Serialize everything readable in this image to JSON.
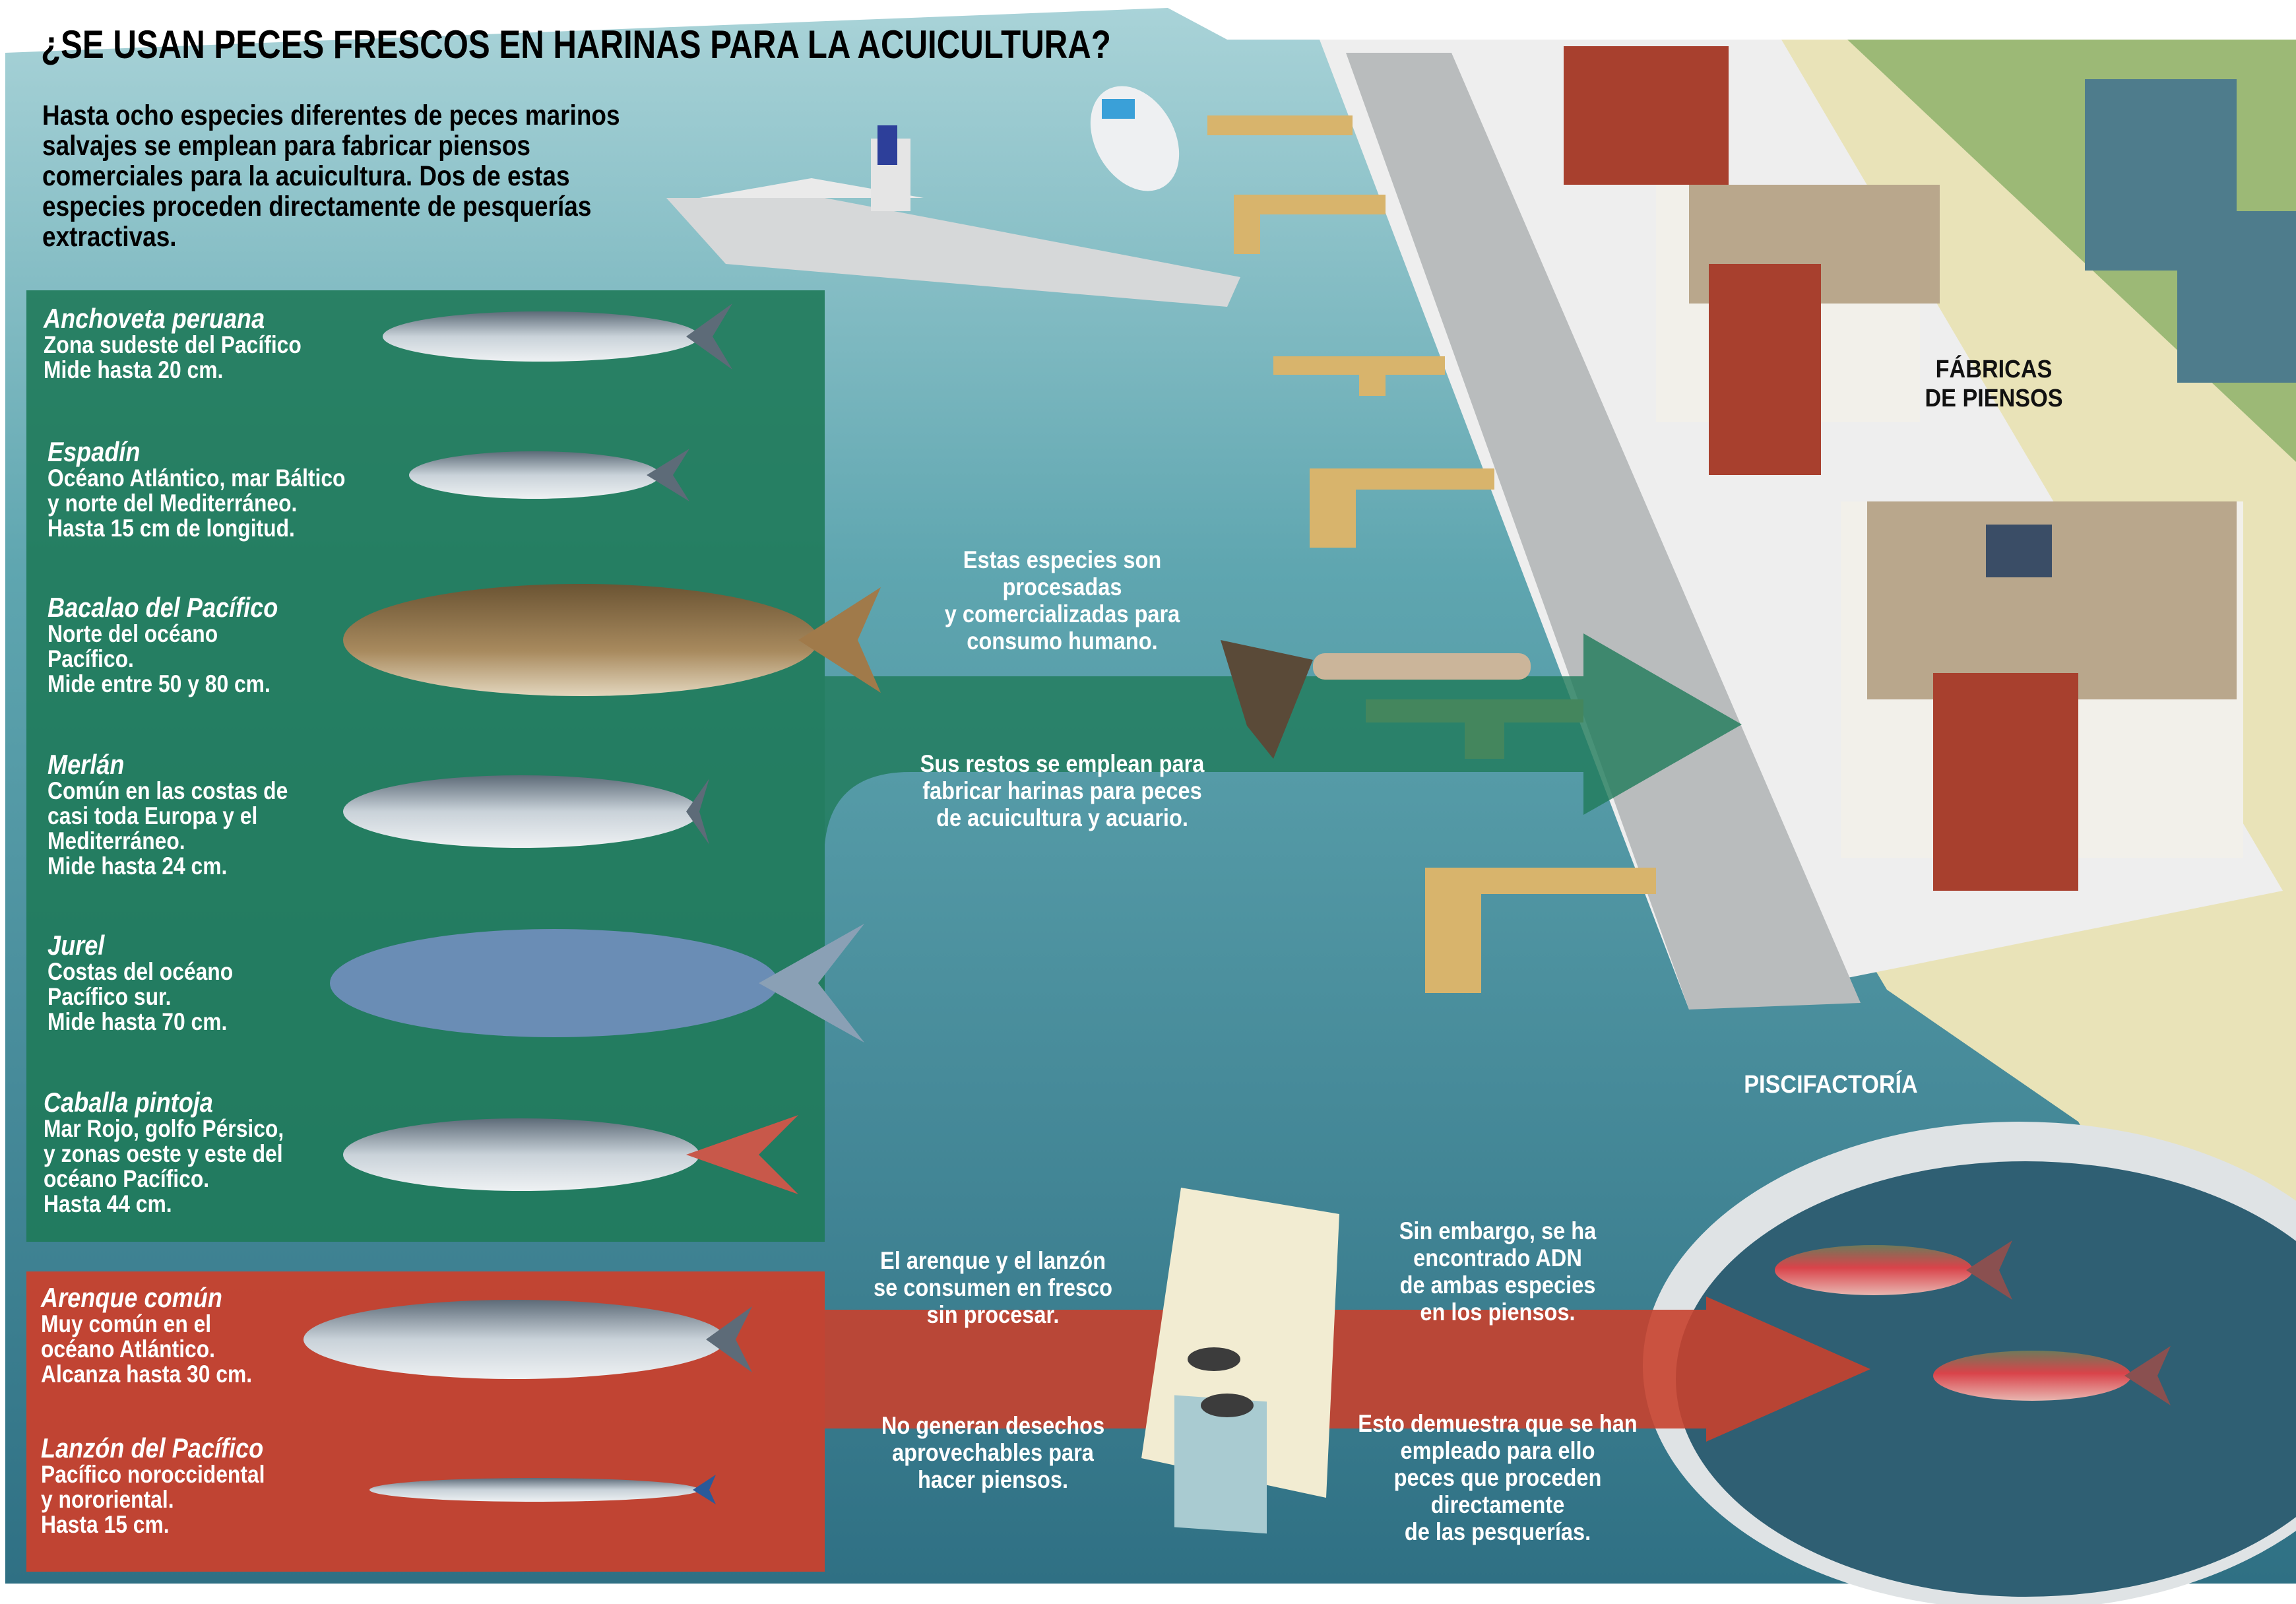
{
  "title": "¿SE USAN PECES FRESCOS EN HARINAS PARA LA ACUICULTURA?",
  "intro": [
    "Hasta ocho especies diferentes de peces marinos",
    "salvajes se emplean para fabricar piensos",
    "comerciales para la acuicultura. Dos de estas",
    "especies proceden directamente de pesquerías",
    "extractivas."
  ],
  "processed_species": [
    {
      "name": "Anchoveta peruana",
      "lines": [
        "Zona sudeste del Pacífico",
        "Mide hasta 20 cm."
      ]
    },
    {
      "name": "Espadín",
      "lines": [
        "Océano Atlántico, mar Báltico",
        "y norte del Mediterráneo.",
        "Hasta 15 cm de longitud."
      ]
    },
    {
      "name": "Bacalao del Pacífico",
      "lines": [
        "Norte del océano",
        "Pacífico.",
        "Mide entre 50 y 80 cm."
      ]
    },
    {
      "name": "Merlán",
      "lines": [
        "Común en las costas de",
        "casi toda Europa y el",
        "Mediterráneo.",
        "Mide hasta 24 cm."
      ]
    },
    {
      "name": "Jurel",
      "lines": [
        "Costas del océano",
        "Pacífico sur.",
        "Mide hasta 70 cm."
      ]
    },
    {
      "name": "Caballa pintoja",
      "lines": [
        "Mar Rojo, golfo Pérsico,",
        "y zonas oeste y este del",
        "océano Pacífico.",
        "Hasta 44 cm."
      ]
    }
  ],
  "fresh_species": [
    {
      "name": "Arenque común",
      "lines": [
        "Muy común en el",
        "océano Atlántico.",
        "Alcanza hasta 30 cm."
      ]
    },
    {
      "name": "Lanzón del Pacífico",
      "lines": [
        "Pacífico noroccidental",
        "y nororiental.",
        "Hasta 15 cm."
      ]
    }
  ],
  "notes": {
    "processed": [
      "Estas especies son",
      "procesadas",
      "y comercializadas para",
      "consumo humano."
    ],
    "remains": [
      "Sus restos se emplean para",
      "fabricar harinas para peces",
      "de acuicultura y acuario."
    ],
    "fresh": [
      "El arenque y el lanzón",
      "se consumen en fresco",
      "sin procesar."
    ],
    "no_waste": [
      "No generan desechos",
      "aprovechables para",
      "hacer piensos."
    ],
    "dna": [
      "Sin embargo, se ha",
      "encontrado ADN",
      "de ambas especies",
      "en los piensos."
    ],
    "proof": [
      "Esto demuestra que se han",
      "empleado para ello",
      "peces que proceden",
      "directamente",
      "de las pesquerías."
    ]
  },
  "places": {
    "factories": [
      "FÁBRICAS",
      "DE PIENSOS"
    ],
    "fish_farm": "PISCIFACTORÍA"
  },
  "colors": {
    "sea": "#3f8f9c",
    "green_panel": "#1f7a5a",
    "red_panel": "#c8412e",
    "land": "#e6dfb0"
  }
}
